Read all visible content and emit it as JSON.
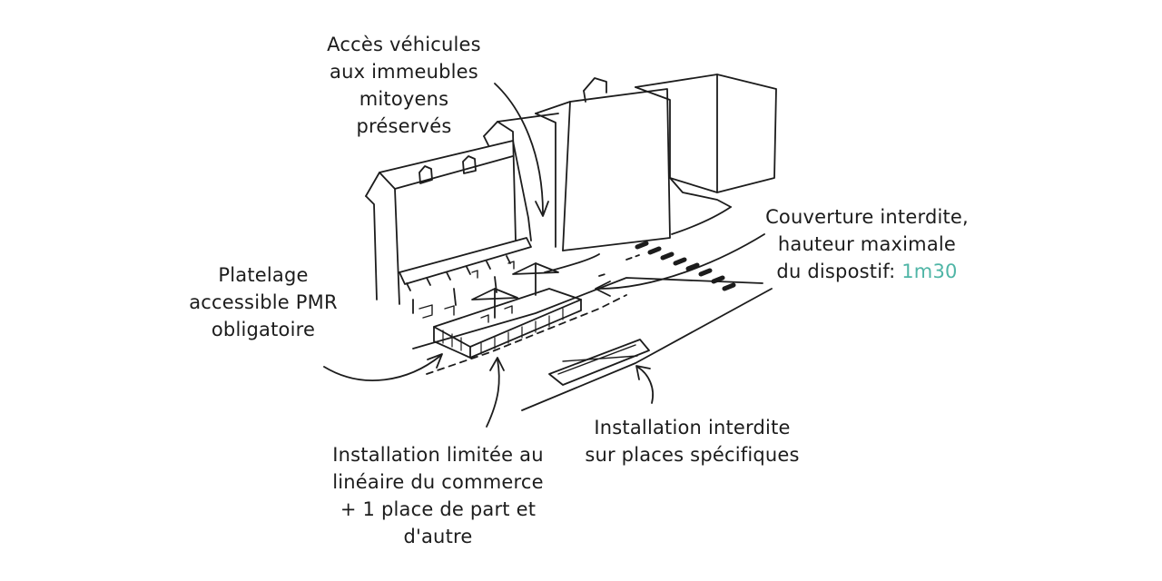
{
  "annotations": {
    "acces": {
      "lines": [
        "Accès véhicules",
        "aux immeubles",
        "mitoyens",
        "préservés"
      ]
    },
    "couverture": {
      "lines": [
        "Couverture interdite,",
        "hauteur maximale"
      ],
      "last_line_prefix": "du dispostif: ",
      "height_value": "1m30"
    },
    "platelage": {
      "lines": [
        "Platelage",
        "accessible PMR",
        "obligatoire"
      ]
    },
    "limitee": {
      "lines": [
        "Installation limitée au",
        "linéaire du commerce",
        "+ 1 place de part et",
        "d'autre"
      ]
    },
    "interdite": {
      "lines": [
        "Installation interdite",
        "sur places spécifiques"
      ]
    }
  },
  "colors": {
    "ink": "#1c1c1c",
    "accent": "#4fb5a6"
  }
}
